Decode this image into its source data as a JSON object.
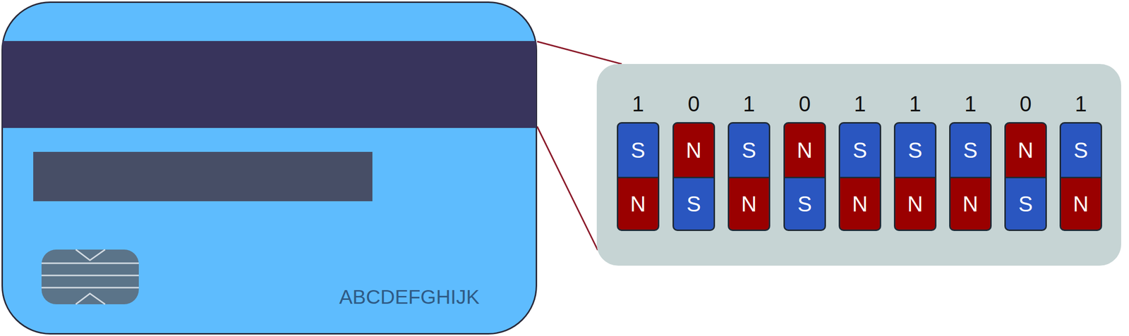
{
  "diagram": {
    "nodes": [
      {
        "text": [
          "ABCDEFGHIJK"
        ]
      },
      {
        "text": [
          "1"
        ]
      },
      {
        "text": [
          "S"
        ],
        "in": 1
      },
      {
        "text": [
          "N"
        ],
        "in": 1
      },
      {
        "text": [
          "0"
        ]
      },
      {
        "text": [
          "N"
        ],
        "in": 4
      },
      {
        "text": [
          "S"
        ],
        "in": 4
      },
      {
        "text": [
          "1"
        ]
      },
      {
        "text": [
          "S"
        ],
        "in": 7
      },
      {
        "text": [
          "N"
        ],
        "in": 7
      },
      {
        "text": [
          "0"
        ]
      },
      {
        "text": [
          "N"
        ],
        "in": 10
      },
      {
        "text": [
          "S"
        ],
        "in": 10
      },
      {
        "text": [
          "1"
        ]
      },
      {
        "text": [
          "S"
        ],
        "in": 13
      },
      {
        "text": [
          "N"
        ],
        "in": 13
      },
      {
        "text": [
          "1"
        ]
      },
      {
        "text": [
          "S"
        ],
        "in": 16
      },
      {
        "text": [
          "N"
        ],
        "in": 16
      },
      {
        "text": [
          "1"
        ]
      },
      {
        "text": [
          "S"
        ],
        "in": 19
      },
      {
        "text": [
          "N"
        ],
        "in": 19
      },
      {
        "text": [
          "0"
        ]
      },
      {
        "text": [
          "N"
        ],
        "in": 22
      },
      {
        "text": [
          "S"
        ],
        "in": 22
      },
      {
        "text": [
          "1"
        ]
      },
      {
        "text": [
          "S"
        ],
        "in": 25
      },
      {
        "text": [
          "N"
        ],
        "in": 25
      }
    ]
  }
}
